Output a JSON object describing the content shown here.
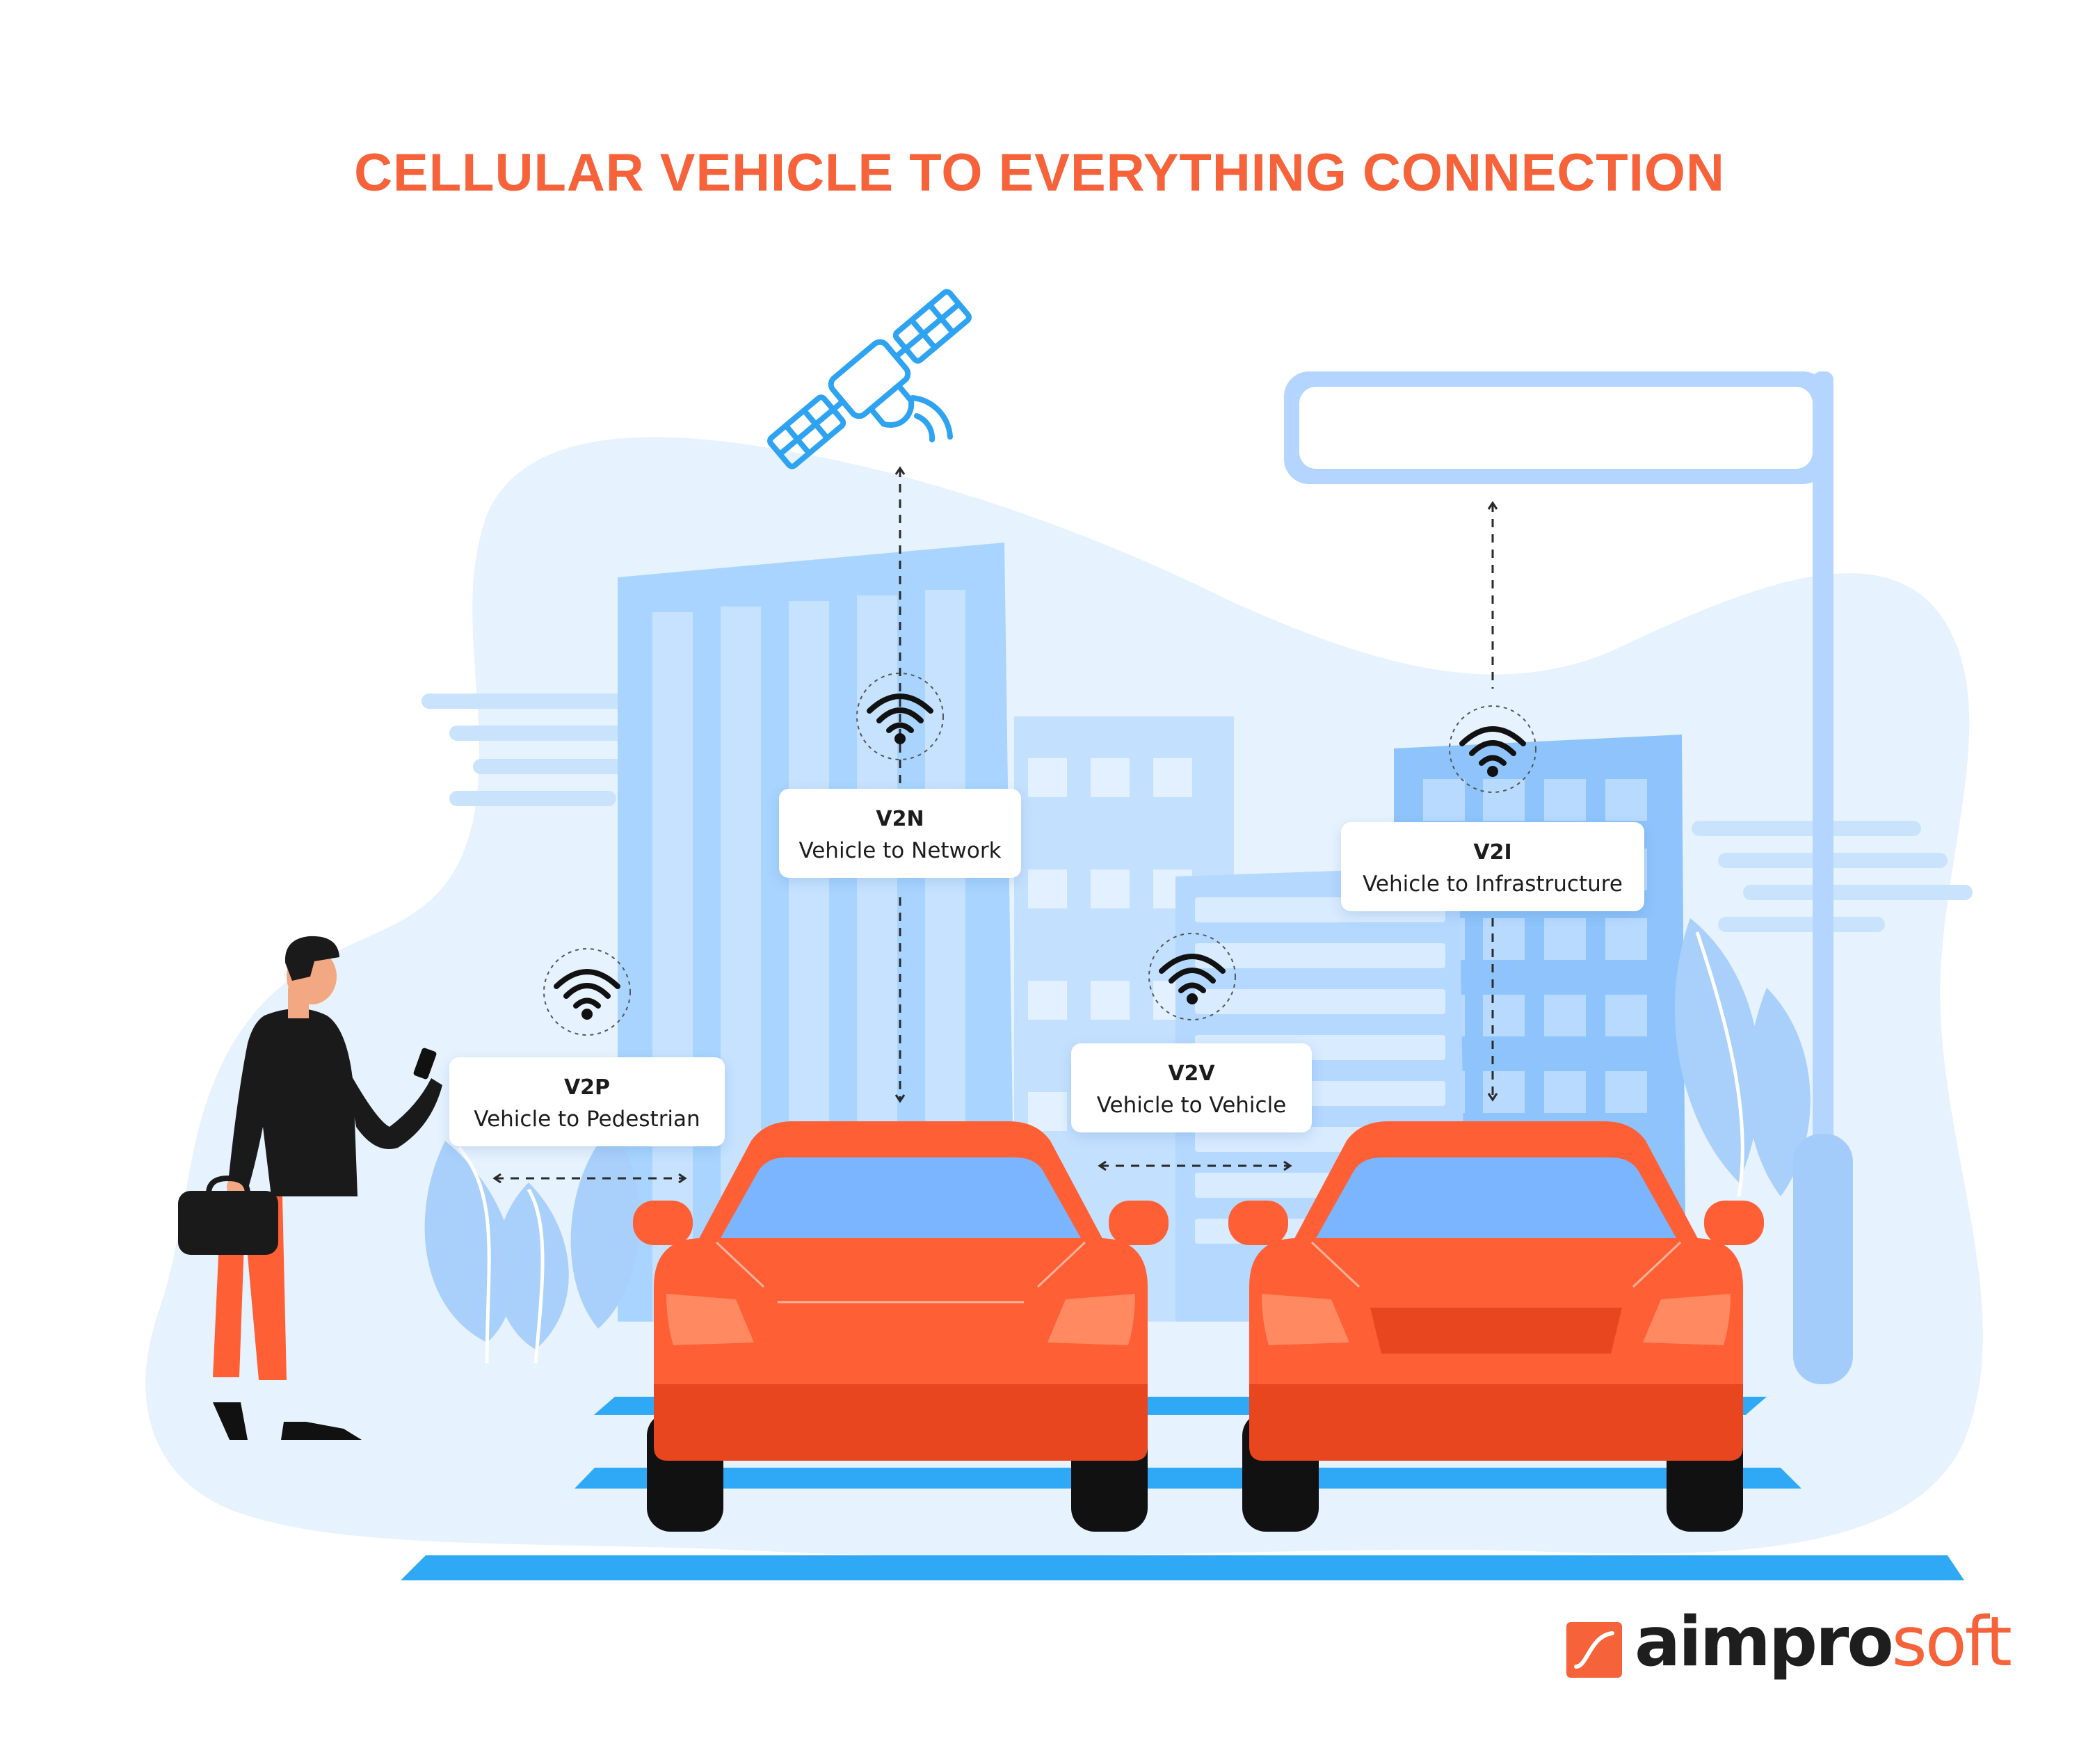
{
  "title": "CELLULAR VEHICLE TO EVERYTHING CONNECTION",
  "connections": [
    {
      "code": "V2P",
      "name": "Vehicle to Pedestrian"
    },
    {
      "code": "V2N",
      "name": "Vehicle to Network"
    },
    {
      "code": "V2V",
      "name": "Vehicle to Vehicle"
    },
    {
      "code": "V2I",
      "name": "Vehicle to Infrastructure"
    }
  ],
  "logo": {
    "part1": "aimpro",
    "part2": "soft"
  },
  "colors": {
    "accent": "#F6623A",
    "car_body": "#FF5F34",
    "car_dark": "#E8461F",
    "windshield": "#7BB4FF",
    "satellite": "#2EA3F2",
    "blob": "#E6F2FE",
    "building_light": "#A8D4FF",
    "building_mid": "#8EC4FB",
    "road": "#2FA9F6",
    "logo_dark": "#1E1E1E"
  },
  "icons": [
    "satellite-icon",
    "wifi-icon",
    "road-sign-icon",
    "car-icon",
    "pedestrian-icon"
  ]
}
